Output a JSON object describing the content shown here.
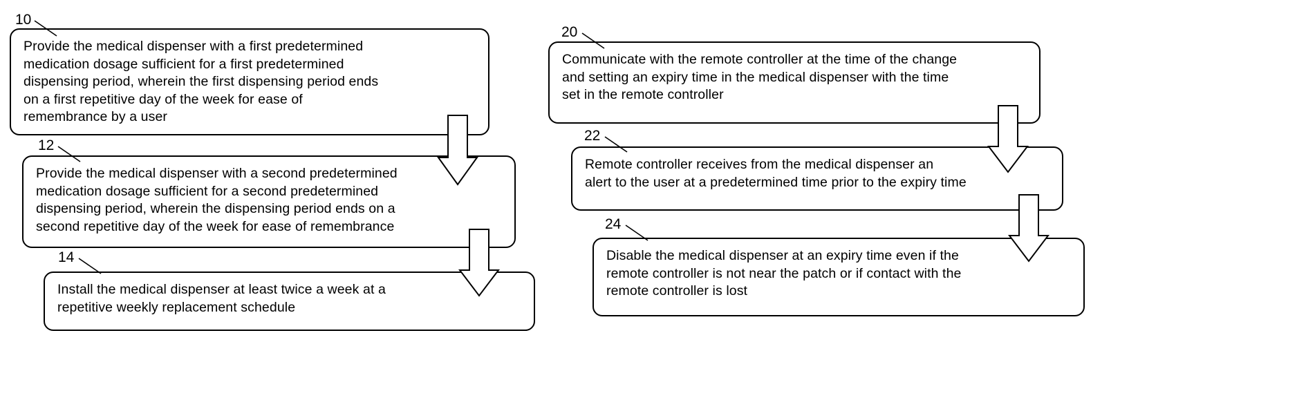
{
  "figure": {
    "kind": "patent-flowchart",
    "stroke_color": "#000000",
    "background_color": "#ffffff",
    "arrow_fill": "#ffffff"
  },
  "left_column": {
    "steps": [
      {
        "ref": "10",
        "text": "Provide the medical dispenser with a first predetermined\nmedication dosage sufficient for a first predetermined\ndispensing period, wherein the first dispensing period ends\non a first repetitive day of the week for ease of\nremembrance by a user"
      },
      {
        "ref": "12",
        "text": "Provide the medical dispenser with a second predetermined\nmedication dosage sufficient for a second predetermined\ndispensing period, wherein the dispensing period ends on a\nsecond repetitive day of the week for ease of remembrance"
      },
      {
        "ref": "14",
        "text": "Install the medical dispenser at least twice a week at a\nrepetitive weekly replacement schedule"
      }
    ]
  },
  "right_column": {
    "steps": [
      {
        "ref": "20",
        "text": "Communicate with the remote controller at the time of the change\nand setting an expiry time in the medical dispenser with the time\nset in the remote controller"
      },
      {
        "ref": "22",
        "text": "Remote controller receives from the medical dispenser an\nalert to the user at a predetermined time prior to the expiry time"
      },
      {
        "ref": "24",
        "text": "Disable the medical dispenser at an expiry time even if the\nremote controller is not near the patch or if contact with the\nremote controller is lost"
      }
    ]
  },
  "connectors": [
    {
      "name": "arrow-10-to-12",
      "direction": "down"
    },
    {
      "name": "arrow-12-to-14",
      "direction": "down"
    },
    {
      "name": "arrow-20-to-22",
      "direction": "down"
    },
    {
      "name": "arrow-22-to-24",
      "direction": "down"
    }
  ]
}
